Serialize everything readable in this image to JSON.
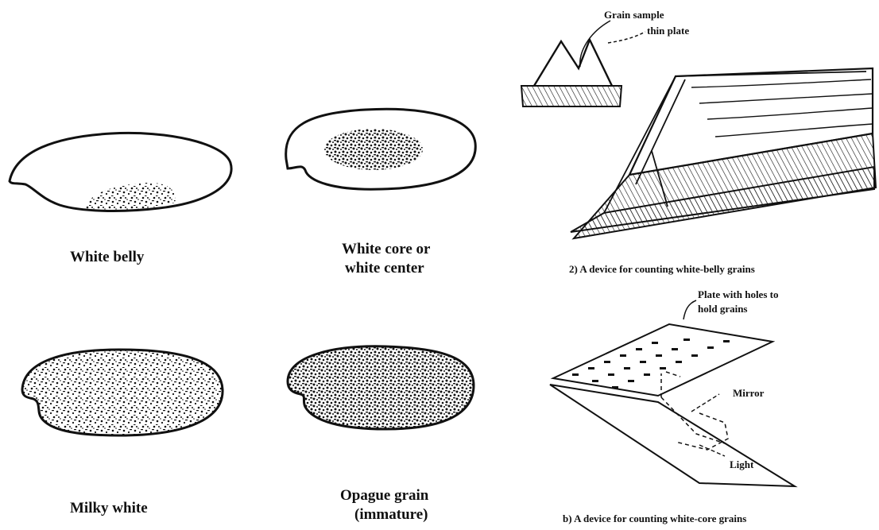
{
  "grains": {
    "white_belly": "White belly",
    "white_core_line1": "White core or",
    "white_core_line2": "white center",
    "milky_white": "Milky white",
    "opague_line1": "Opague grain",
    "opague_line2": "(immature)"
  },
  "devices": {
    "grain_sample": "Grain sample",
    "thin_plate": "thin plate",
    "caption_white_belly": "2) A device for counting white-belly grains",
    "plate_holes_line1": "Plate with holes to",
    "plate_holes_line2": "hold grains",
    "mirror": "Mirror",
    "light": "Light",
    "caption_white_core": "b) A device for counting white-core grains"
  },
  "colors": {
    "ink": "#111111",
    "paper": "#ffffff"
  }
}
